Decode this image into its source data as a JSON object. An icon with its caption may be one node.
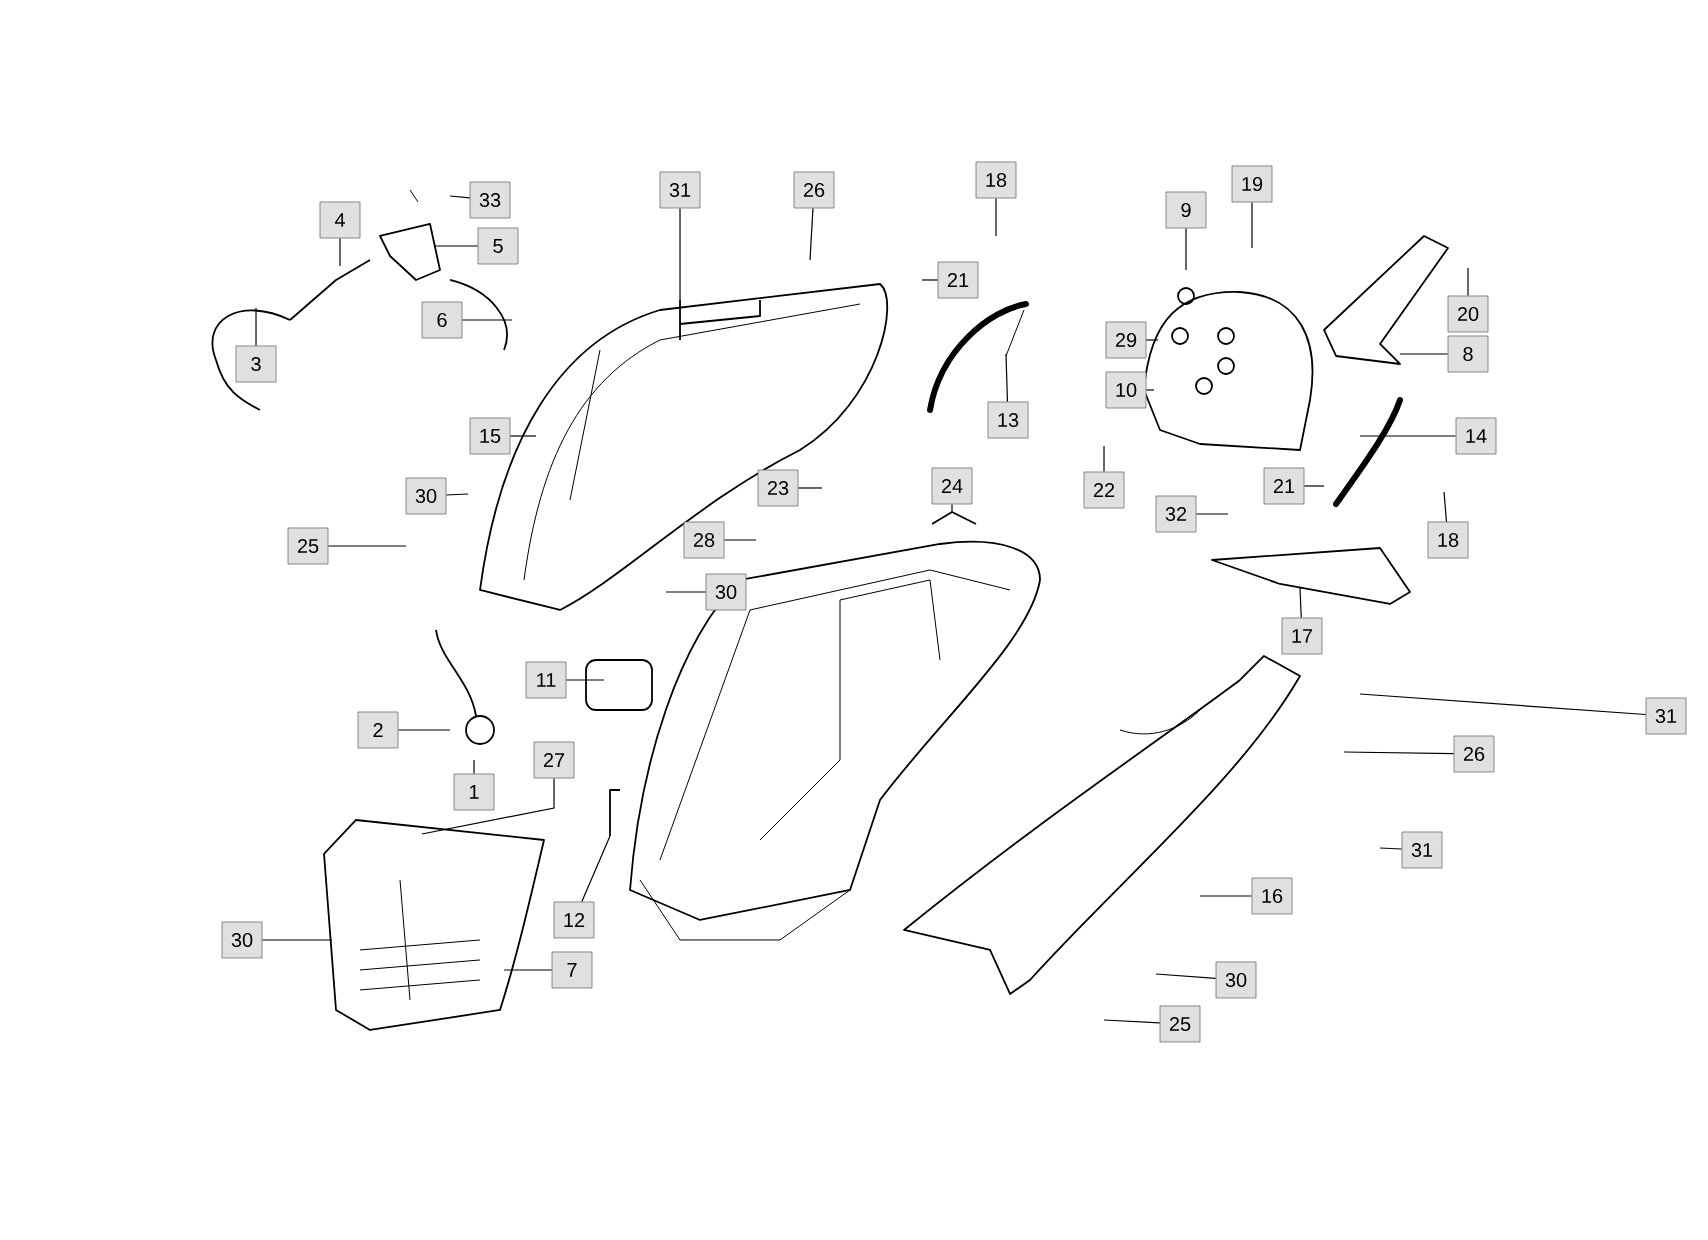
{
  "diagram": {
    "nodes": [
      {
        "text": [
          "33"
        ]
      },
      {
        "text": [
          "4"
        ]
      },
      {
        "text": [
          "5"
        ]
      },
      {
        "text": [
          "6"
        ]
      },
      {
        "text": [
          "3"
        ]
      },
      {
        "text": [
          "31"
        ]
      },
      {
        "text": [
          "26"
        ]
      },
      {
        "text": [
          "18"
        ]
      },
      {
        "text": [
          "19"
        ]
      },
      {
        "text": [
          "9"
        ]
      },
      {
        "text": [
          "21"
        ]
      },
      {
        "text": [
          "15"
        ]
      },
      {
        "text": [
          "29"
        ]
      },
      {
        "text": [
          "10"
        ]
      },
      {
        "text": [
          "20"
        ]
      },
      {
        "text": [
          "8"
        ]
      },
      {
        "text": [
          "13"
        ]
      },
      {
        "text": [
          "14"
        ]
      },
      {
        "text": [
          "30"
        ]
      },
      {
        "text": [
          "23"
        ]
      },
      {
        "text": [
          "24"
        ]
      },
      {
        "text": [
          "22"
        ]
      },
      {
        "text": [
          "21"
        ]
      },
      {
        "text": [
          "25"
        ]
      },
      {
        "text": [
          "28"
        ]
      },
      {
        "text": [
          "18"
        ]
      },
      {
        "text": [
          "32"
        ]
      },
      {
        "text": [
          "30"
        ]
      },
      {
        "text": [
          "17"
        ]
      },
      {
        "text": [
          "11"
        ]
      },
      {
        "text": [
          "2"
        ]
      },
      {
        "text": [
          "31"
        ]
      },
      {
        "text": [
          "1"
        ]
      },
      {
        "text": [
          "27"
        ]
      },
      {
        "text": [
          "26"
        ]
      },
      {
        "text": [
          "31"
        ]
      },
      {
        "text": [
          "12"
        ]
      },
      {
        "text": [
          "16"
        ]
      },
      {
        "text": [
          "30"
        ]
      },
      {
        "text": [
          "7"
        ]
      },
      {
        "text": [
          "30"
        ]
      },
      {
        "text": [
          "25"
        ]
      }
    ],
    "edges": [
      {
        "from": 0,
        "to": null,
        "arrow": "none"
      },
      {
        "from": 1,
        "to": null,
        "arrow": "none"
      },
      {
        "from": 2,
        "to": null,
        "arrow": "none"
      },
      {
        "from": 3,
        "to": null,
        "arrow": "none"
      },
      {
        "from": 4,
        "to": null,
        "arrow": "none"
      },
      {
        "from": 5,
        "to": null,
        "arrow": "none"
      },
      {
        "from": 6,
        "to": null,
        "arrow": "none"
      },
      {
        "from": 7,
        "to": null,
        "arrow": "none"
      },
      {
        "from": 8,
        "to": null,
        "arrow": "none"
      },
      {
        "from": 9,
        "to": null,
        "arrow": "none"
      },
      {
        "from": 10,
        "to": null,
        "arrow": "none"
      },
      {
        "from": 11,
        "to": null,
        "arrow": "none"
      },
      {
        "from": 12,
        "to": null,
        "arrow": "none"
      },
      {
        "from": 13,
        "to": null,
        "arrow": "none"
      },
      {
        "from": 14,
        "to": null,
        "arrow": "none"
      },
      {
        "from": 15,
        "to": null,
        "arrow": "none"
      },
      {
        "from": 16,
        "to": null,
        "arrow": "none"
      },
      {
        "from": 17,
        "to": null,
        "arrow": "none"
      },
      {
        "from": 18,
        "to": null,
        "arrow": "none"
      },
      {
        "from": 19,
        "to": null,
        "arrow": "none"
      },
      {
        "from": 20,
        "to": null,
        "arrow": "none"
      },
      {
        "from": 21,
        "to": null,
        "arrow": "none"
      },
      {
        "from": 22,
        "to": null,
        "arrow": "none"
      },
      {
        "from": 23,
        "to": null,
        "arrow": "none"
      },
      {
        "from": 24,
        "to": null,
        "arrow": "none"
      },
      {
        "from": 25,
        "to": null,
        "arrow": "none"
      },
      {
        "from": 26,
        "to": null,
        "arrow": "none"
      },
      {
        "from": 27,
        "to": null,
        "arrow": "none"
      },
      {
        "from": 28,
        "to": null,
        "arrow": "none"
      },
      {
        "from": 29,
        "to": null,
        "arrow": "none"
      },
      {
        "from": 30,
        "to": null,
        "arrow": "none"
      },
      {
        "from": 31,
        "to": null,
        "arrow": "none"
      },
      {
        "from": 32,
        "to": null,
        "arrow": "none"
      },
      {
        "from": 33,
        "to": null,
        "arrow": "none"
      },
      {
        "from": 34,
        "to": null,
        "arrow": "none"
      },
      {
        "from": 35,
        "to": null,
        "arrow": "none"
      },
      {
        "from": 36,
        "to": null,
        "arrow": "none"
      },
      {
        "from": 37,
        "to": null,
        "arrow": "none"
      },
      {
        "from": 38,
        "to": null,
        "arrow": "none"
      },
      {
        "from": 39,
        "to": null,
        "arrow": "none"
      },
      {
        "from": 40,
        "to": null,
        "arrow": "none"
      },
      {
        "from": 41,
        "to": null,
        "arrow": "none"
      }
    ]
  }
}
